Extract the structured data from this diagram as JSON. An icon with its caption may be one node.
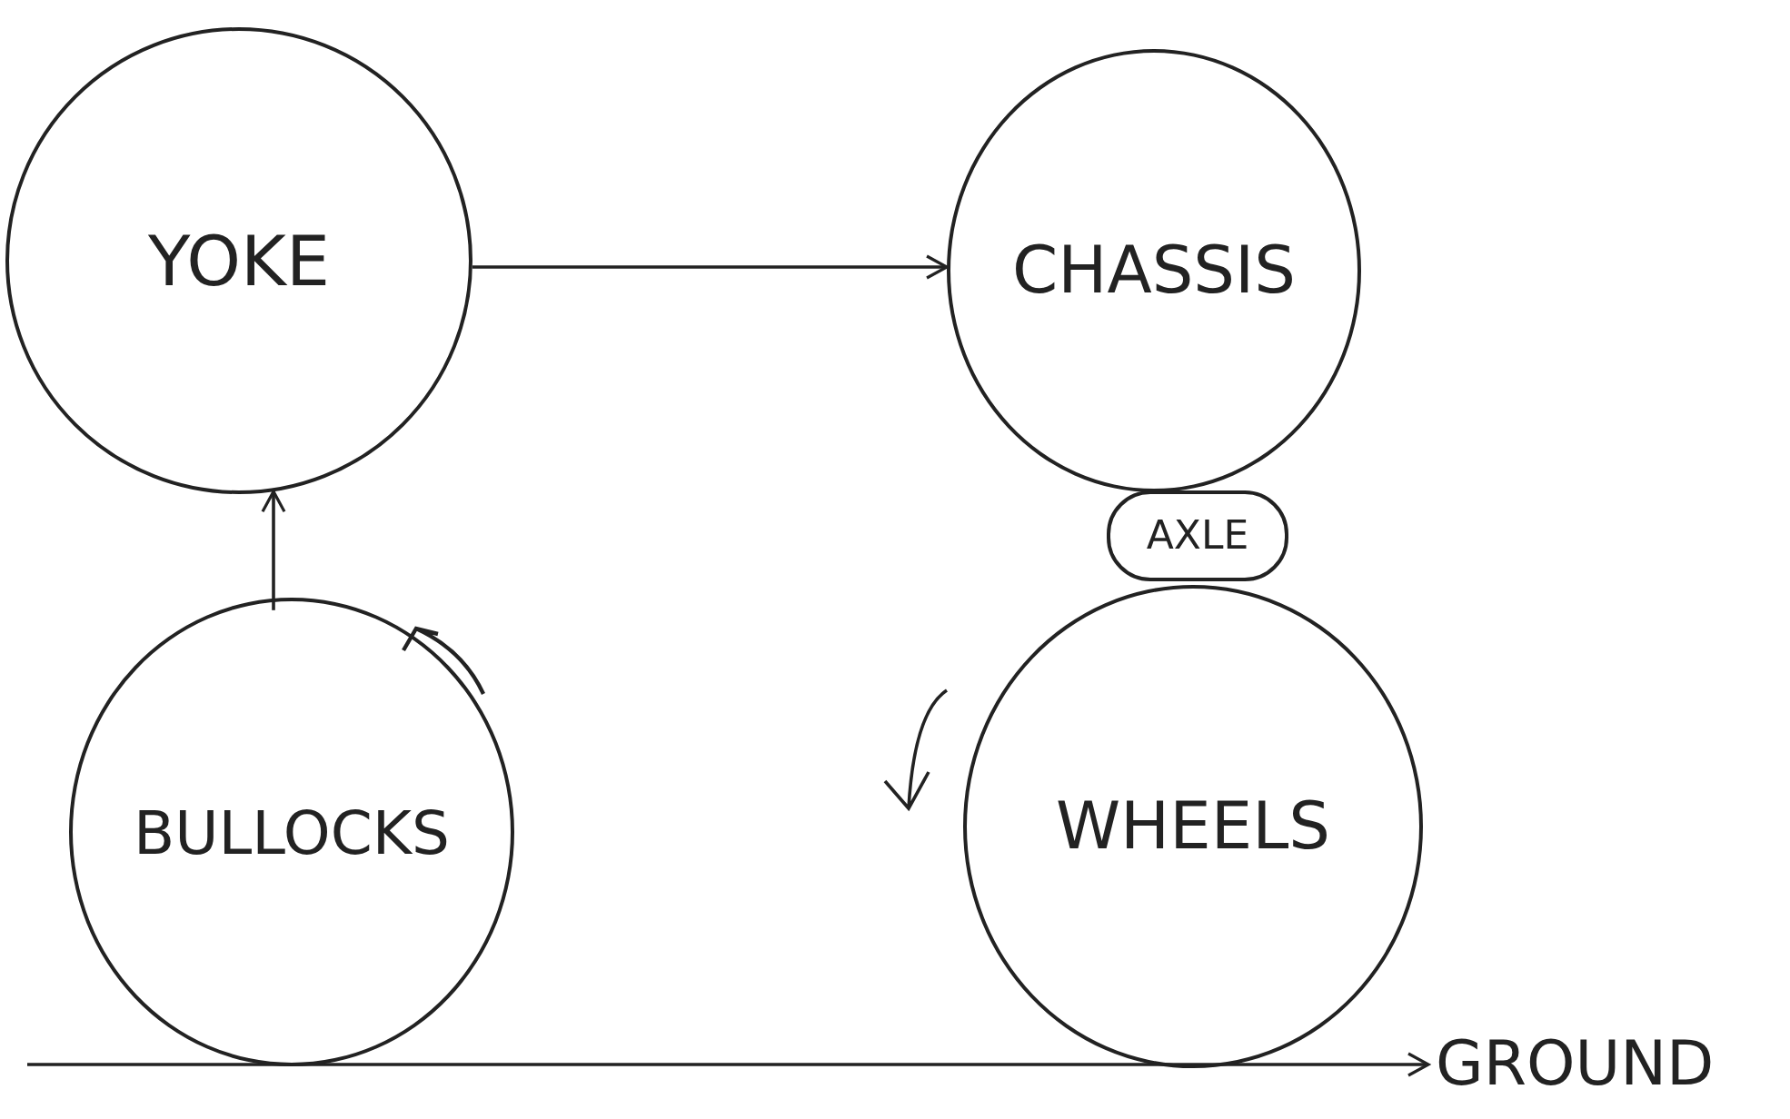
{
  "diagram": {
    "nodes": [
      {
        "text": [
          "YOKE"
        ]
      },
      {
        "text": [
          "CHASSIS"
        ]
      },
      {
        "text": [
          "AXLE"
        ]
      },
      {
        "text": [
          "BULLOCKS"
        ]
      },
      {
        "text": [
          "WHEELS"
        ]
      },
      {
        "text": [
          "GROUND"
        ]
      }
    ],
    "edges": [
      {
        "from": 0,
        "to": 1,
        "arrow": "to"
      },
      {
        "from": 3,
        "to": 0,
        "arrow": "to"
      },
      {
        "from": null,
        "to": 5,
        "arrow": "to"
      }
    ]
  }
}
